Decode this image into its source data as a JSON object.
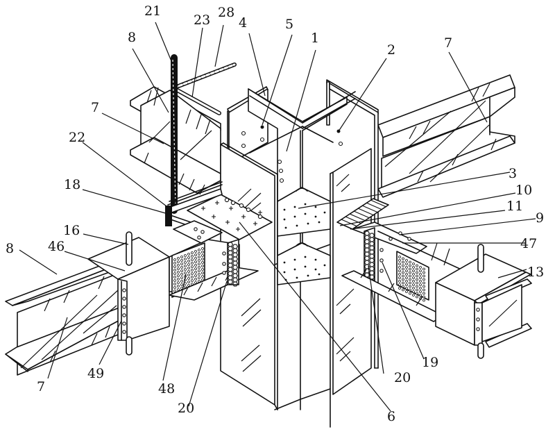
{
  "figure": {
    "type": "patent-drawing",
    "description": "Isometric view of steel beam-column joint assembly",
    "background_color": "#ffffff",
    "line_color": "#111111"
  },
  "labels": [
    {
      "id": "label-21",
      "text": "21"
    },
    {
      "id": "label-23",
      "text": "23"
    },
    {
      "id": "label-28",
      "text": "28"
    },
    {
      "id": "label-4",
      "text": "4"
    },
    {
      "id": "label-5",
      "text": "5"
    },
    {
      "id": "label-1",
      "text": "1"
    },
    {
      "id": "label-2",
      "text": "2"
    },
    {
      "id": "label-7-top-right",
      "text": "7"
    },
    {
      "id": "label-8-top-left",
      "text": "8"
    },
    {
      "id": "label-7-top-left",
      "text": "7"
    },
    {
      "id": "label-22",
      "text": "22"
    },
    {
      "id": "label-18",
      "text": "18"
    },
    {
      "id": "label-3",
      "text": "3"
    },
    {
      "id": "label-10",
      "text": "10"
    },
    {
      "id": "label-11",
      "text": "11"
    },
    {
      "id": "label-9",
      "text": "9"
    },
    {
      "id": "label-47",
      "text": "47"
    },
    {
      "id": "label-16",
      "text": "16"
    },
    {
      "id": "label-46",
      "text": "46"
    },
    {
      "id": "label-8-left",
      "text": "8"
    },
    {
      "id": "label-13",
      "text": "13"
    },
    {
      "id": "label-7-bottom-left",
      "text": "7"
    },
    {
      "id": "label-49",
      "text": "49"
    },
    {
      "id": "label-48",
      "text": "48"
    },
    {
      "id": "label-20-left",
      "text": "20"
    },
    {
      "id": "label-20-right",
      "text": "20"
    },
    {
      "id": "label-19",
      "text": "19"
    },
    {
      "id": "label-6",
      "text": "6"
    }
  ]
}
